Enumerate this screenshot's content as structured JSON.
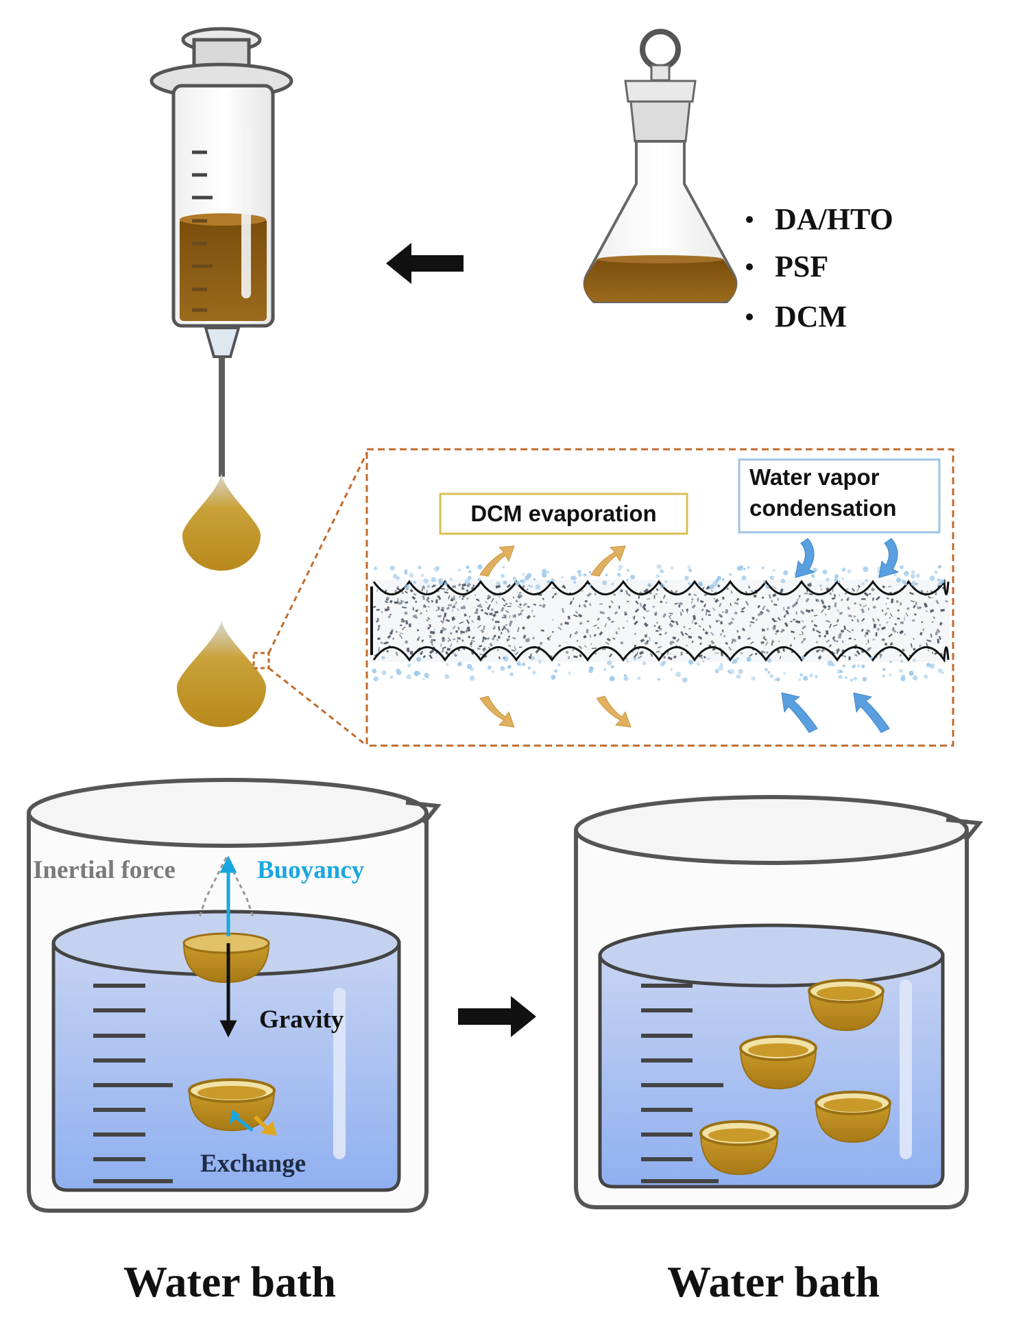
{
  "reagents": [
    "DA/HTO",
    "PSF",
    "DCM"
  ],
  "zoom": {
    "dcm_label": "DCM evaporation",
    "water_label_line1": "Water vapor",
    "water_label_line2": "condensation"
  },
  "beaker_left": {
    "inertial_label": "Inertial force",
    "buoyancy_label": "Buoyancy",
    "gravity_label": "Gravity",
    "exchange_label": "Exchange",
    "caption": "Water bath"
  },
  "beaker_right": {
    "caption": "Water bath"
  },
  "colors": {
    "solution": "#8a5a12",
    "droplet": "#c7981f",
    "water": "#a9bff0",
    "buoyancy": "#1aa7e0",
    "zoom_frame": "#c26a2a",
    "dcm_box": "#d8c050",
    "water_box": "#9ec4e6"
  }
}
